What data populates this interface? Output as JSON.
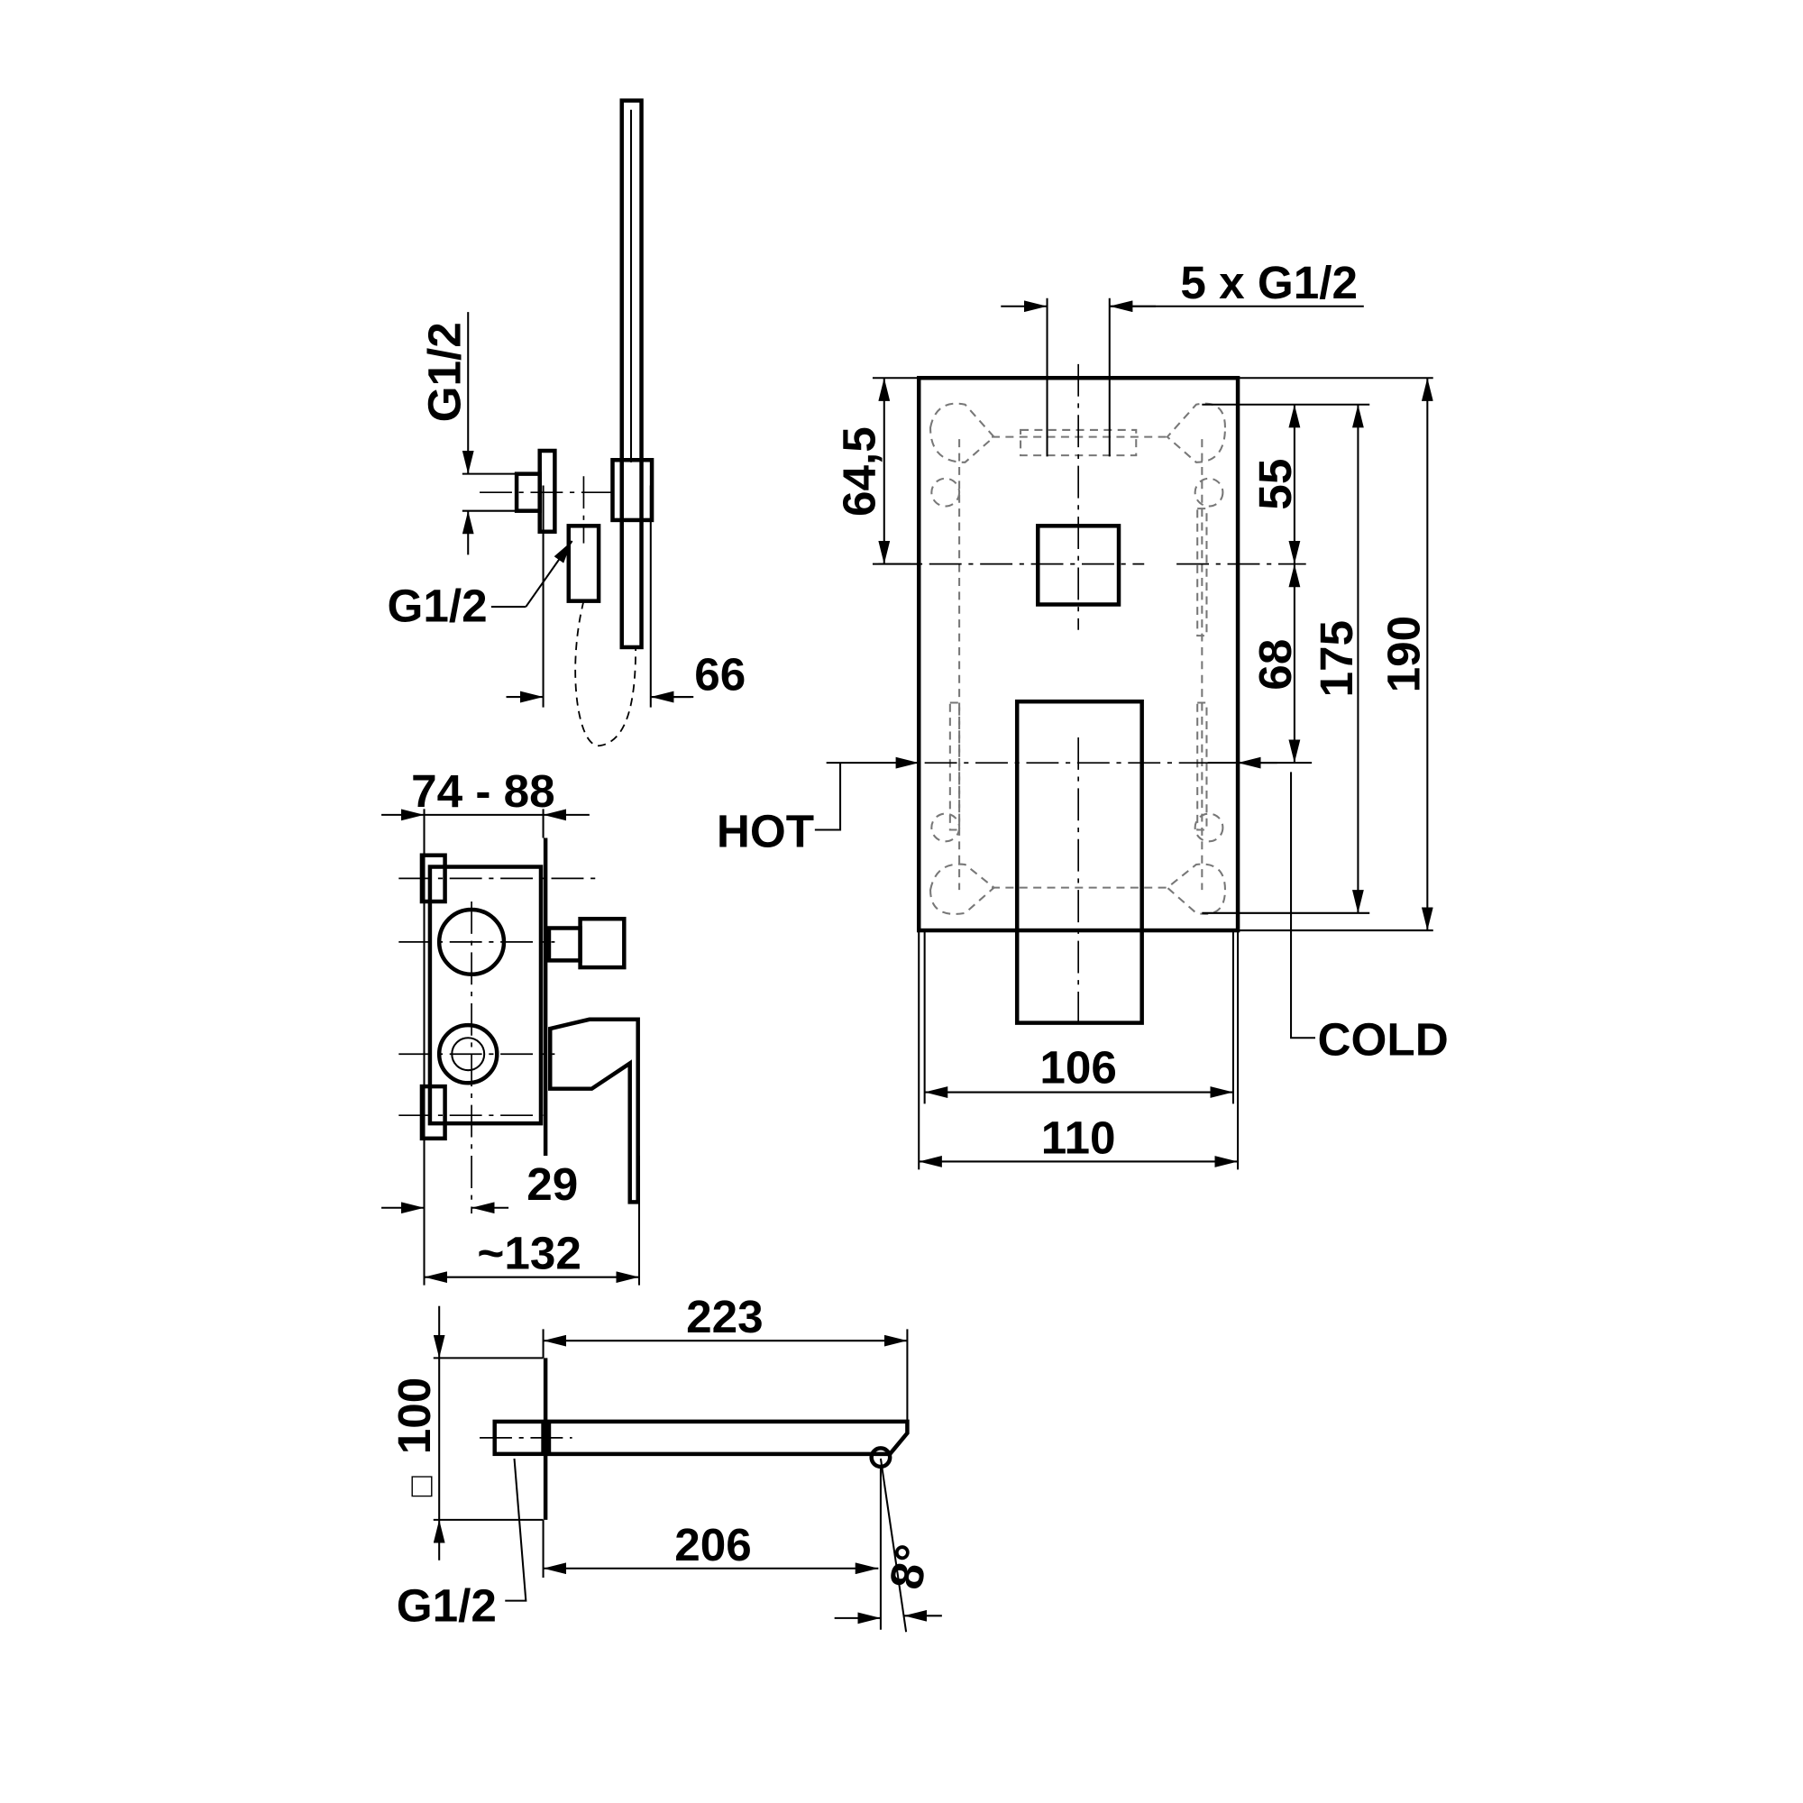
{
  "drawing": {
    "front_view": {
      "connections_label": "5 x G1/2",
      "dim_top_offset": "64,5",
      "dim_upper": "55",
      "dim_lower": "68",
      "dim_inner_height": "175",
      "dim_outer_height": "190",
      "dim_inner_width": "106",
      "dim_outer_width": "110",
      "hot_label": "HOT",
      "cold_label": "COLD"
    },
    "hand_shower_view": {
      "inlet_thread": "G1/2",
      "hose_thread": "G1/2",
      "dim_depth": "66"
    },
    "side_view": {
      "dim_install_depth": "74 - 88",
      "dim_offset": "29",
      "dim_total_depth": "~132"
    },
    "spout_view": {
      "dim_length": "223",
      "dim_projection": "206",
      "square_symbol": "□",
      "dim_plate": "100",
      "thread": "G1/2",
      "angle": "8°"
    }
  }
}
